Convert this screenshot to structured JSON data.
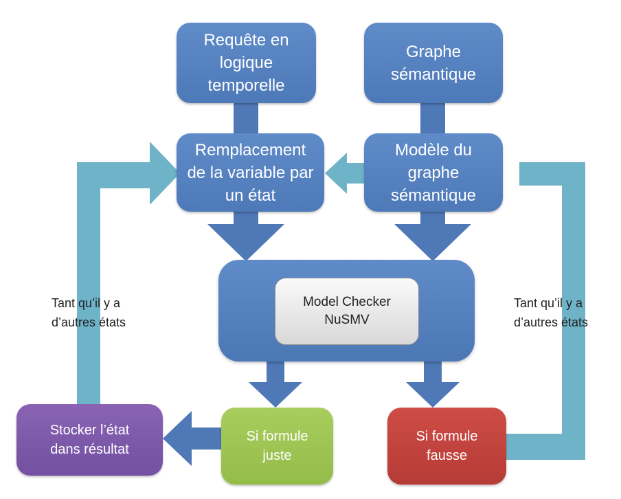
{
  "colors": {
    "node_blue": "#5b87c5",
    "loop_arrow": "#6fb3c8",
    "flow_arrow": "#4f78b6",
    "store_purple": "#7f58ab",
    "true_green": "#a2c655",
    "false_red": "#c2433e",
    "checker_grey": "#e6e6e6"
  },
  "nodes": {
    "temporal_query": "Requête en\nlogique\ntemporelle",
    "semantic_graph": "Graphe\nsémantique",
    "variable_replacement": "Remplacement\nde la variable par\nun état",
    "graph_model": "Modèle du\ngraphe\nsémantique",
    "model_checker": "Model Checker\nNuSMV",
    "formula_true": "Si formule\njuste",
    "formula_false": "Si formule\nfausse",
    "store_state": "Stocker l’état\ndans résultat"
  },
  "labels": {
    "loop_left": "Tant qu’il y a\nd’autres états",
    "loop_right": "Tant qu’il y a\nd’autres états"
  }
}
